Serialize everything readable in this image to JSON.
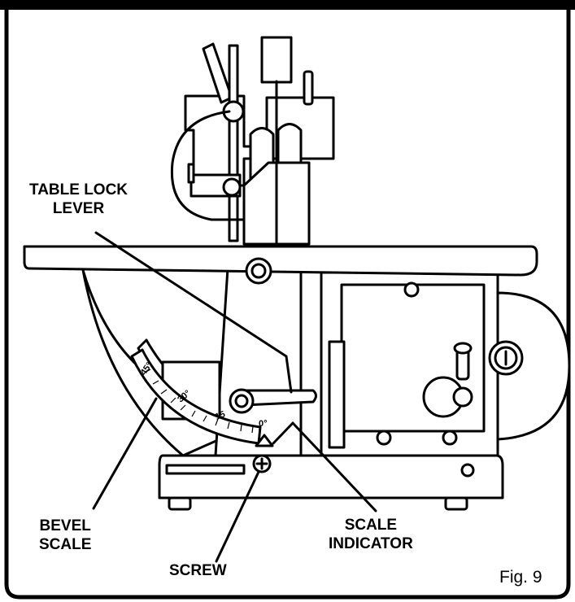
{
  "labels": {
    "table_lock_lever": [
      "TABLE LOCK",
      "LEVER"
    ],
    "bevel_scale": [
      "BEVEL",
      "SCALE"
    ],
    "screw": "SCREW",
    "scale_indicator": [
      "SCALE",
      "INDICATOR"
    ]
  },
  "scale_marks": [
    "45°",
    "30°",
    "15",
    "0°"
  ],
  "figure_number": "Fig. 9"
}
